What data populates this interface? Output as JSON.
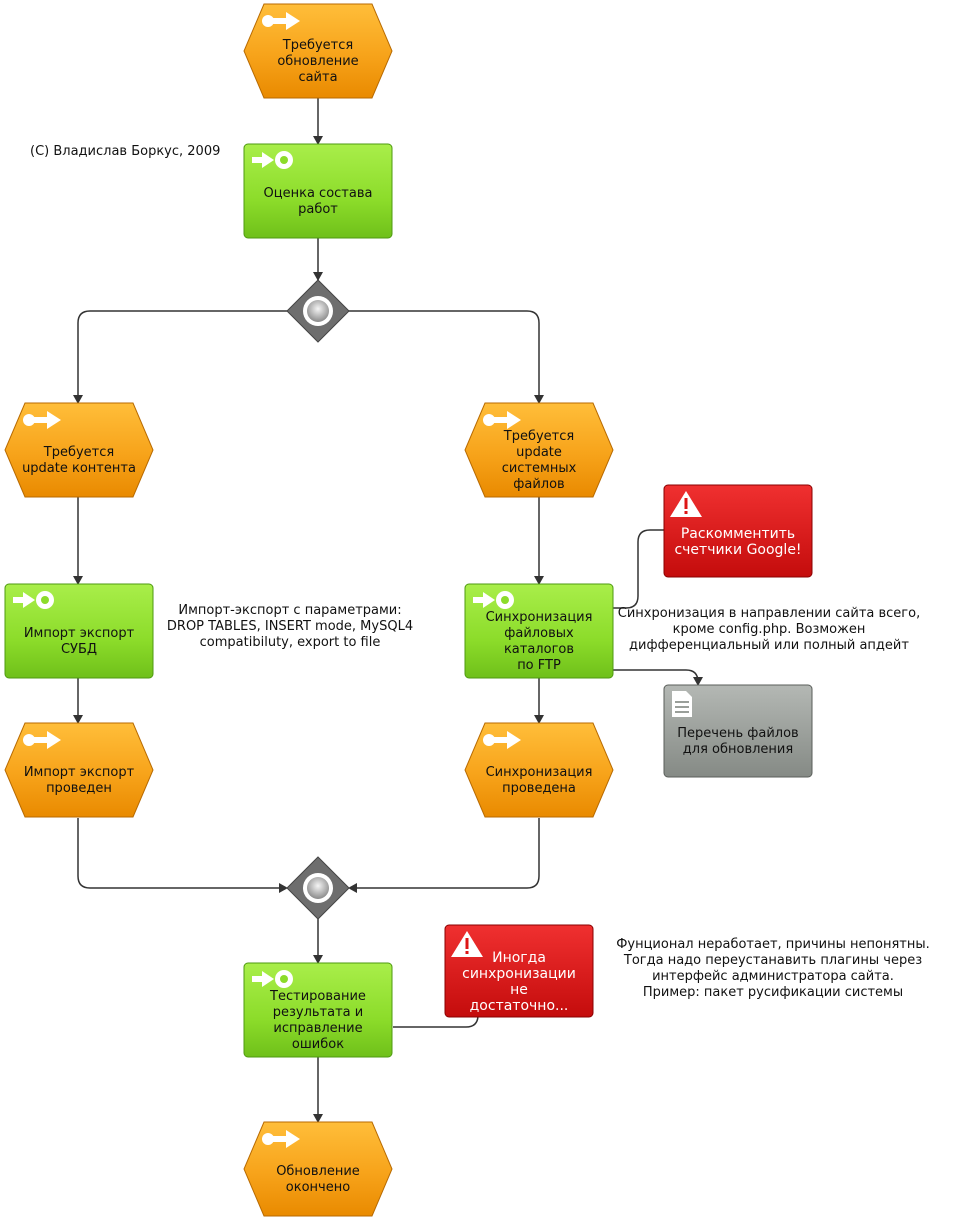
{
  "copyright": "(C) Владислав Боркус, 2009",
  "events": {
    "update_required": "Требуется\nобновление\nсайта",
    "content_update_required": "Требуется\nupdate контента",
    "system_update_required": "Требуется update\nсистемных файлов",
    "import_done": "Импорт экспорт\nпроведен",
    "sync_done": "Синхронизация\nпроведена",
    "update_finished": "Обновление\nокончено"
  },
  "functions": {
    "assess": "Оценка состава\nработ",
    "import_export": "Импорт экспорт\nСУБД",
    "sync_dirs": "Синхронизация\nфайловых каталогов\nпо FTP",
    "testing": "Тестирование\nрезультата и\nисправление\nошибок"
  },
  "risks": {
    "google": "Раскомментить\nсчетчики Google!",
    "sync_insufficient": "Иногда\nсинхронизации не\nдостаточно..."
  },
  "documents": {
    "file_list": "Перечень файлов\nдля обновления"
  },
  "notes": {
    "import_params": "Импорт-экспорт с параметрами:\nDROP TABLES, INSERT mode, MySQL4\ncompatibiluty, export to file",
    "sync_direction": "Синхронизация в направлении сайта всего,\nкроме config.php. Возможен\nдифференциальный или полный апдейт",
    "functional": "Фунционал неработает, причины непонятны.\nТогда надо переустанавить плагины через\nинтерфейс администратора сайта.\nПример: пакет русификации системы"
  },
  "colors": {
    "event_fill": "#f7a31a",
    "function_fill": "#8cdc2a",
    "risk_fill": "#dd1616",
    "document_fill": "#9a9f9a",
    "connector_fill": "#6e6e6e",
    "edge": "#333333"
  },
  "icons": {
    "event": "event-arrow-icon",
    "function": "function-gear-arrow-icon",
    "risk": "warning-triangle-icon",
    "document": "document-icon",
    "connector": "xor-connector-icon"
  }
}
